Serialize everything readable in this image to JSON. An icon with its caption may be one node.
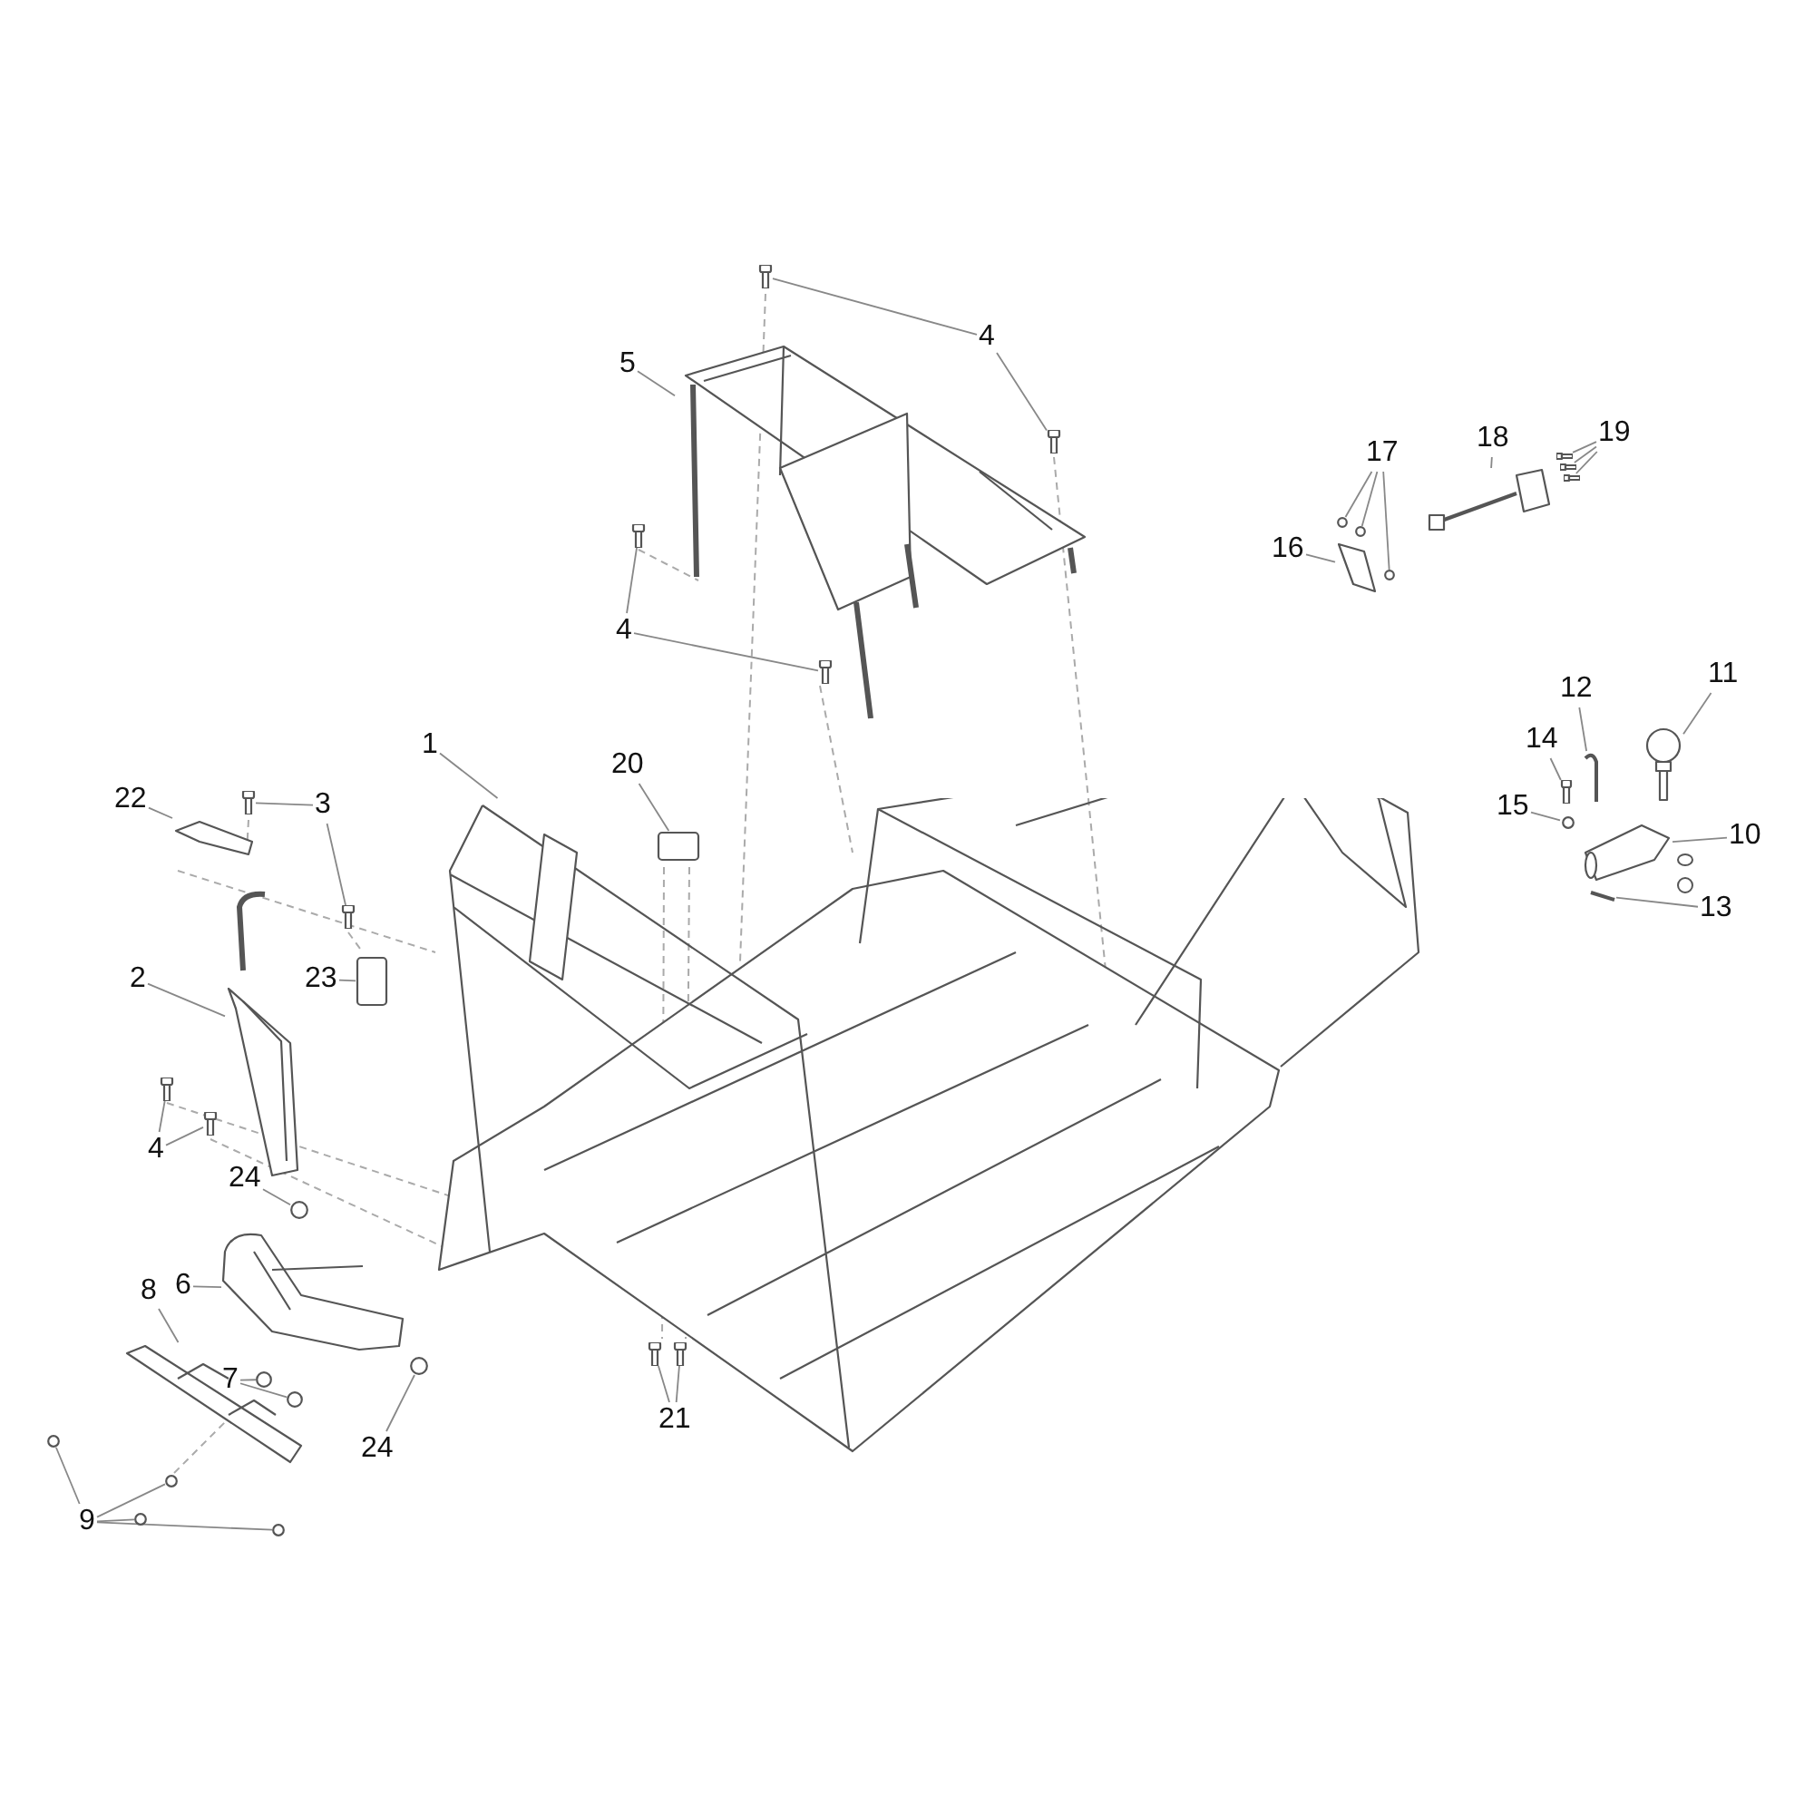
{
  "diagram": {
    "nodes": [
      {
        "text": [
          "1"
        ]
      },
      {
        "text": [
          "2"
        ]
      },
      {
        "text": [
          "3"
        ]
      },
      {
        "text": [
          "4"
        ]
      },
      {
        "text": [
          "4"
        ]
      },
      {
        "text": [
          "4"
        ]
      },
      {
        "text": [
          "5"
        ]
      },
      {
        "text": [
          "6"
        ]
      },
      {
        "text": [
          "7"
        ]
      },
      {
        "text": [
          "8"
        ]
      },
      {
        "text": [
          "9"
        ]
      },
      {
        "text": [
          "10"
        ]
      },
      {
        "text": [
          "11"
        ]
      },
      {
        "text": [
          "12"
        ]
      },
      {
        "text": [
          "13"
        ]
      },
      {
        "text": [
          "14"
        ]
      },
      {
        "text": [
          "15"
        ]
      },
      {
        "text": [
          "16"
        ]
      },
      {
        "text": [
          "17"
        ]
      },
      {
        "text": [
          "18"
        ]
      },
      {
        "text": [
          "19"
        ]
      },
      {
        "text": [
          "20"
        ]
      },
      {
        "text": [
          "21"
        ]
      },
      {
        "text": [
          "22"
        ]
      },
      {
        "text": [
          "23"
        ]
      },
      {
        "text": [
          "24"
        ]
      },
      {
        "text": [
          "24"
        ]
      },
      {
        "text": [],
        "shape": "picture"
      },
      {
        "text": [],
        "shape": "picture"
      },
      {
        "text": [],
        "shape": "picture"
      },
      {
        "text": [],
        "shape": "picture"
      },
      {
        "text": [],
        "shape": "picture"
      },
      {
        "text": [],
        "shape": "picture"
      },
      {
        "text": [],
        "shape": "picture"
      },
      {
        "text": [],
        "shape": "picture"
      },
      {
        "text": [],
        "shape": "picture"
      },
      {
        "text": [],
        "shape": "picture"
      },
      {
        "text": [],
        "shape": "picture"
      },
      {
        "text": [],
        "shape": "picture"
      },
      {
        "text": [],
        "shape": "circle"
      },
      {
        "text": [],
        "shape": "circle"
      },
      {
        "text": [],
        "shape": "picture"
      },
      {
        "text": [],
        "shape": "circle"
      },
      {
        "text": [],
        "shape": "circle"
      },
      {
        "text": [],
        "shape": "circle"
      },
      {
        "text": [],
        "shape": "circle"
      },
      {
        "text": [],
        "shape": "picture"
      },
      {
        "text": [],
        "shape": "picture"
      },
      {
        "text": [],
        "shape": "picture"
      },
      {
        "text": [],
        "shape": "picture"
      },
      {
        "text": [],
        "shape": "picture"
      },
      {
        "text": [],
        "shape": "circle"
      },
      {
        "text": [],
        "shape": "picture"
      },
      {
        "text": [],
        "shape": "circle"
      },
      {
        "text": [],
        "shape": "circle"
      },
      {
        "text": [],
        "shape": "circle"
      },
      {
        "text": [],
        "shape": "picture"
      },
      {
        "text": [],
        "shape": "picture"
      },
      {
        "text": [],
        "shape": "picture"
      },
      {
        "text": [],
        "shape": "picture"
      },
      {
        "text": [],
        "shape": "box"
      },
      {
        "text": [],
        "shape": "picture"
      },
      {
        "text": [],
        "shape": "picture"
      },
      {
        "text": [],
        "shape": "picture"
      },
      {
        "text": [],
        "shape": "box"
      },
      {
        "text": [],
        "shape": "circle"
      },
      {
        "text": [],
        "shape": "circle"
      }
    ],
    "edges": [
      {
        "from": 0,
        "to": 27,
        "arrow": "none"
      },
      {
        "from": 1,
        "to": 28,
        "arrow": "none"
      },
      {
        "from": 2,
        "to": 29,
        "arrow": "none"
      },
      {
        "from": 2,
        "to": 30,
        "arrow": "none"
      },
      {
        "from": 3,
        "to": 31,
        "arrow": "none"
      },
      {
        "from": 3,
        "to": 32,
        "arrow": "none"
      },
      {
        "from": 4,
        "to": 33,
        "arrow": "none"
      },
      {
        "from": 4,
        "to": 34,
        "arrow": "none"
      },
      {
        "from": 5,
        "to": 35,
        "arrow": "none"
      },
      {
        "from": 5,
        "to": 36,
        "arrow": "none"
      },
      {
        "from": 6,
        "to": 37,
        "arrow": "none"
      },
      {
        "from": 7,
        "to": 38,
        "arrow": "none"
      },
      {
        "from": 8,
        "to": 39,
        "arrow": "none"
      },
      {
        "from": 8,
        "to": 40,
        "arrow": "none"
      },
      {
        "from": 9,
        "to": 41,
        "arrow": "none"
      },
      {
        "from": 10,
        "to": 42,
        "arrow": "none"
      },
      {
        "from": 10,
        "to": 43,
        "arrow": "none"
      },
      {
        "from": 10,
        "to": 44,
        "arrow": "none"
      },
      {
        "from": 10,
        "to": 45,
        "arrow": "none"
      },
      {
        "from": 11,
        "to": 46,
        "arrow": "none"
      },
      {
        "from": 12,
        "to": 47,
        "arrow": "none"
      },
      {
        "from": 13,
        "to": 48,
        "arrow": "none"
      },
      {
        "from": 14,
        "to": 49,
        "arrow": "none"
      },
      {
        "from": 15,
        "to": 50,
        "arrow": "none"
      },
      {
        "from": 16,
        "to": 51,
        "arrow": "none"
      },
      {
        "from": 17,
        "to": 52,
        "arrow": "none"
      },
      {
        "from": 18,
        "to": 53,
        "arrow": "none"
      },
      {
        "from": 18,
        "to": 54,
        "arrow": "none"
      },
      {
        "from": 18,
        "to": 55,
        "arrow": "none"
      },
      {
        "from": 19,
        "to": 56,
        "arrow": "none"
      },
      {
        "from": 20,
        "to": 57,
        "arrow": "none"
      },
      {
        "from": 20,
        "to": 58,
        "arrow": "none"
      },
      {
        "from": 20,
        "to": 59,
        "arrow": "none"
      },
      {
        "from": 21,
        "to": 60,
        "arrow": "none"
      },
      {
        "from": 22,
        "to": 61,
        "arrow": "none"
      },
      {
        "from": 22,
        "to": 62,
        "arrow": "none"
      },
      {
        "from": 23,
        "to": 63,
        "arrow": "none"
      },
      {
        "from": 24,
        "to": 64,
        "arrow": "none"
      },
      {
        "from": 25,
        "to": 65,
        "arrow": "none"
      },
      {
        "from": 26,
        "to": 66,
        "arrow": "none"
      }
    ]
  }
}
